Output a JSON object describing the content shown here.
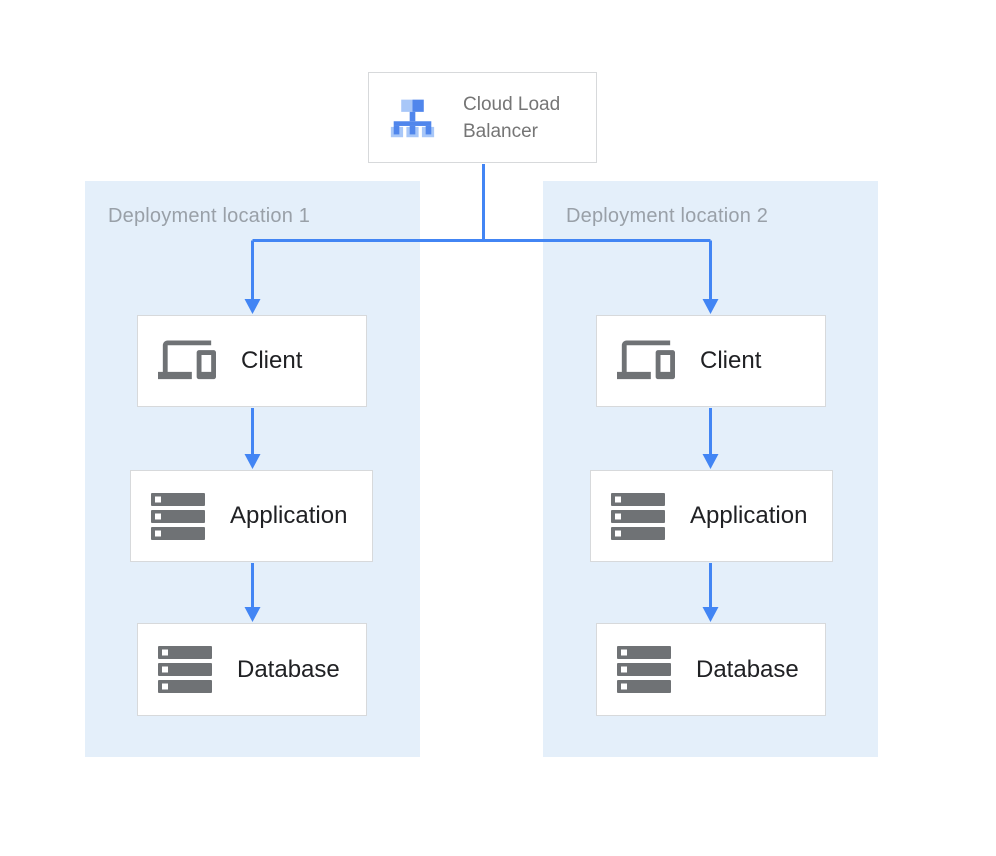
{
  "load_balancer": {
    "label": "Cloud Load Balancer",
    "icon": "load-balancer-icon"
  },
  "panels": [
    {
      "label": "Deployment location 1",
      "nodes": [
        {
          "label": "Client",
          "icon": "devices-icon"
        },
        {
          "label": "Application",
          "icon": "server-stack-icon"
        },
        {
          "label": "Database",
          "icon": "server-stack-icon"
        }
      ]
    },
    {
      "label": "Deployment location 2",
      "nodes": [
        {
          "label": "Client",
          "icon": "devices-icon"
        },
        {
          "label": "Application",
          "icon": "server-stack-icon"
        },
        {
          "label": "Database",
          "icon": "server-stack-icon"
        }
      ]
    }
  ],
  "edges": [
    {
      "from": "Cloud Load Balancer",
      "to": "Client (Deployment location 1)"
    },
    {
      "from": "Cloud Load Balancer",
      "to": "Client (Deployment location 2)"
    },
    {
      "from": "Client (Deployment location 1)",
      "to": "Application (Deployment location 1)"
    },
    {
      "from": "Application (Deployment location 1)",
      "to": "Database (Deployment location 1)"
    },
    {
      "from": "Client (Deployment location 2)",
      "to": "Application (Deployment location 2)"
    },
    {
      "from": "Application (Deployment location 2)",
      "to": "Database (Deployment location 2)"
    }
  ],
  "colors": {
    "background": "#FFFFFF",
    "panel_background": "#E4EFFA",
    "arrow_blue": "#4285F4",
    "box_border": "#D7D9DB",
    "node_text": "#202124",
    "lb_text": "#757575",
    "panel_label_text": "#99A0A8",
    "icon_gray": "#6F7275",
    "lb_icon_blue": "#5086EC",
    "lb_icon_light_blue": "#A8C7F8"
  }
}
